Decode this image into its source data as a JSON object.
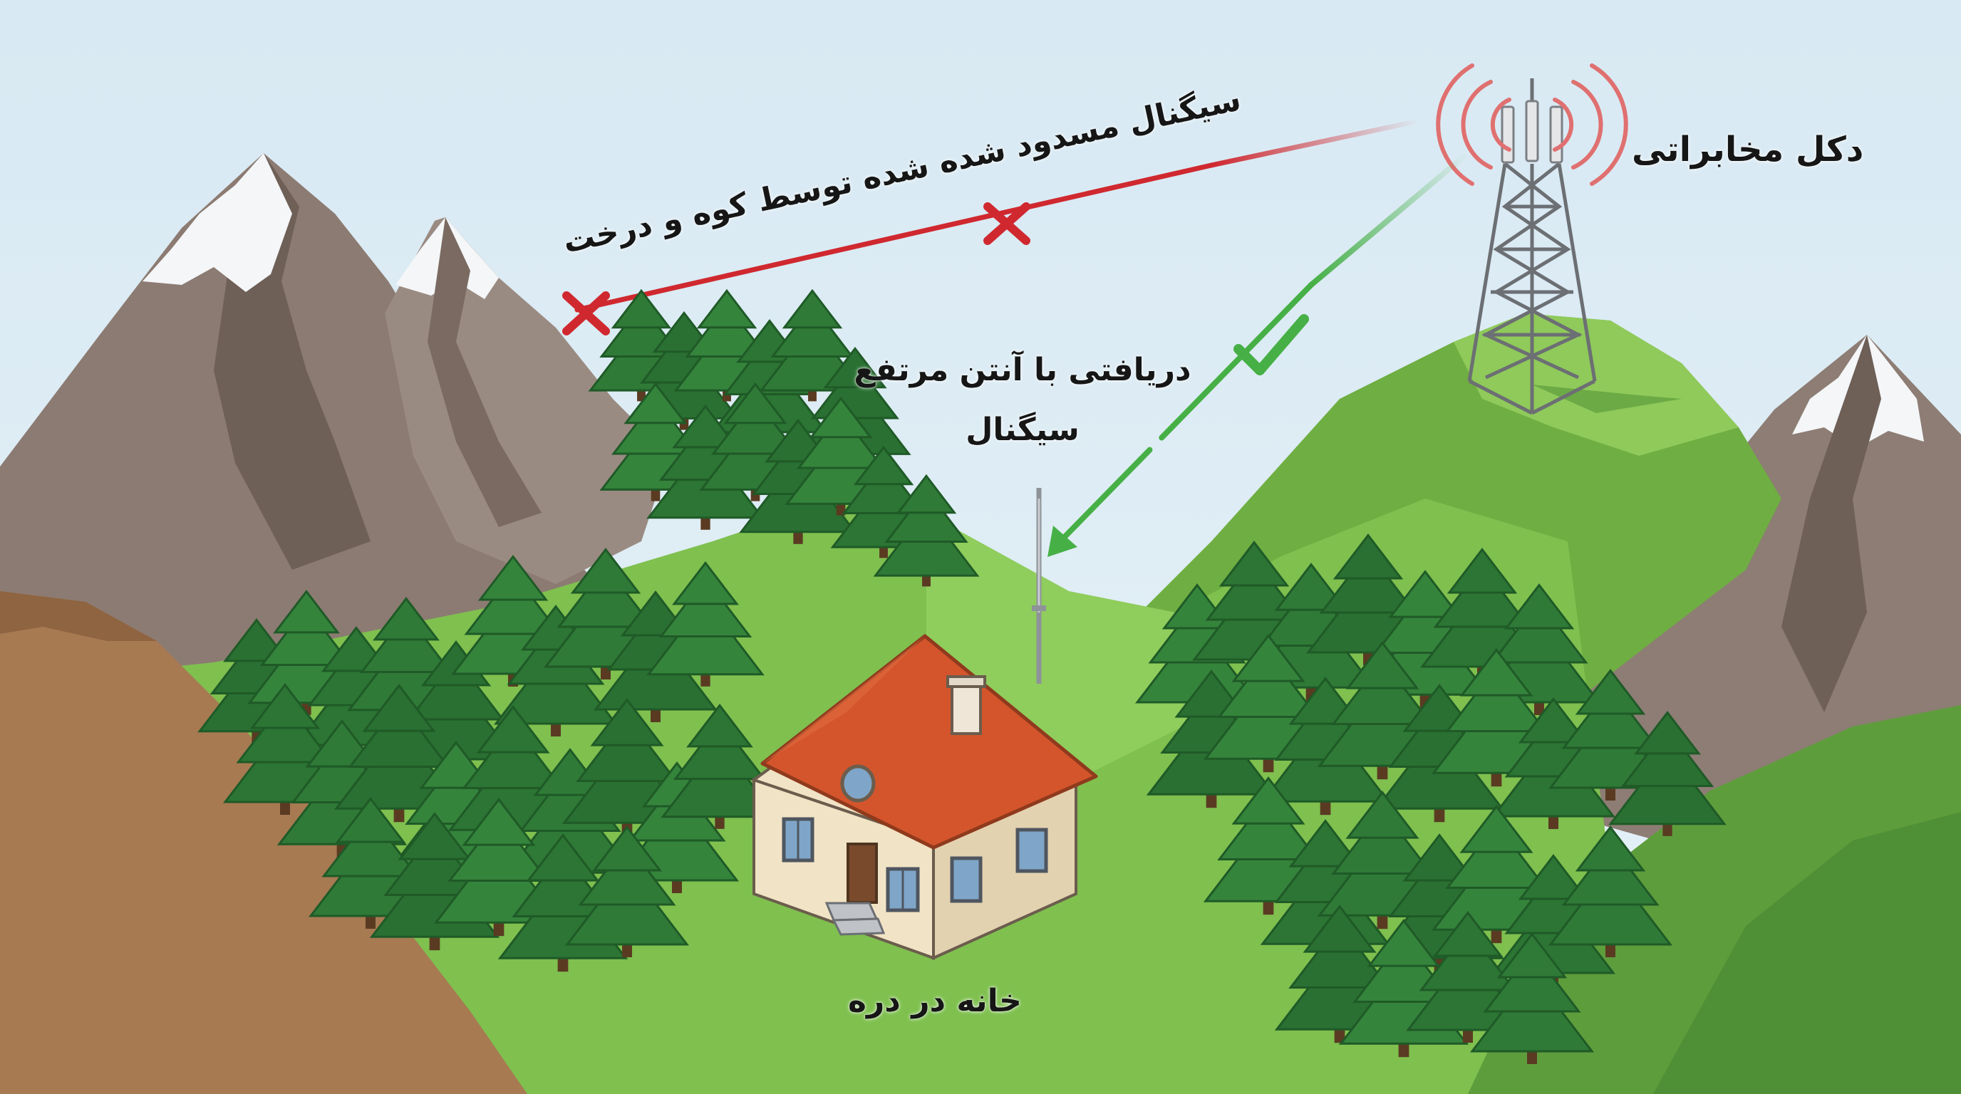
{
  "labels": {
    "tower": "دکل مخابراتی",
    "blocked_line1": "سیگنال مسدود شده شده توسط کوه و درخت",
    "received_line1": "دریافتی با آنتن مرتفع",
    "received_line2": "سیگنال",
    "house": "خانه در دره"
  },
  "icons": {
    "blocked_marker": "x-mark-icon",
    "ok_marker": "check-mark-icon"
  },
  "colors": {
    "sky": "#dcebf3",
    "blocked_signal": "#d0282f",
    "good_signal": "#46b046",
    "grass": "#79b84a",
    "dark_grass": "#4f8f35",
    "soil": "#a77a52",
    "rock": "#8d7d74",
    "snow": "#f5f6f8",
    "roof": "#d4552c",
    "wall": "#f1e3c5",
    "tree": "#2f7a37"
  }
}
